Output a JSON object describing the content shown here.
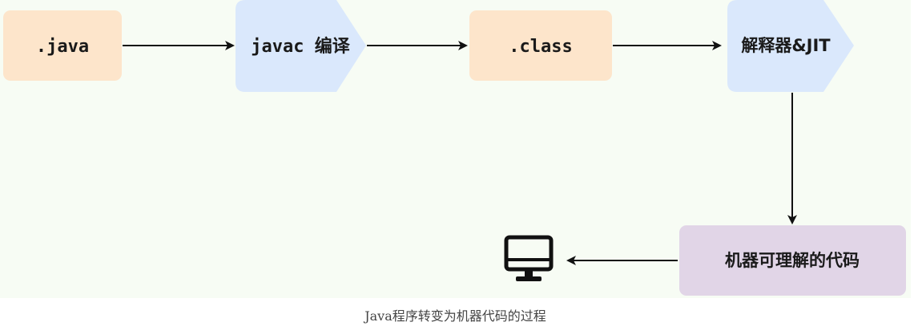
{
  "nodes": {
    "java_source": {
      "label": ".java",
      "fill": "#fde5cb"
    },
    "javac_compile": {
      "label": "javac 编译",
      "fill": "#dae8fc"
    },
    "class_file": {
      "label": ".class",
      "fill": "#fde5cb"
    },
    "interpreter_jit": {
      "label": "解释器&JIT",
      "fill": "#dae8fc"
    },
    "machine_code": {
      "label": "机器可理解的代码",
      "fill": "#e1d5e7"
    }
  },
  "terminal": {
    "icon": "computer-monitor-icon"
  },
  "caption": "Java程序转变为机器代码的过程",
  "colors": {
    "background": "#f7fcf4",
    "arrow": "#111111"
  }
}
